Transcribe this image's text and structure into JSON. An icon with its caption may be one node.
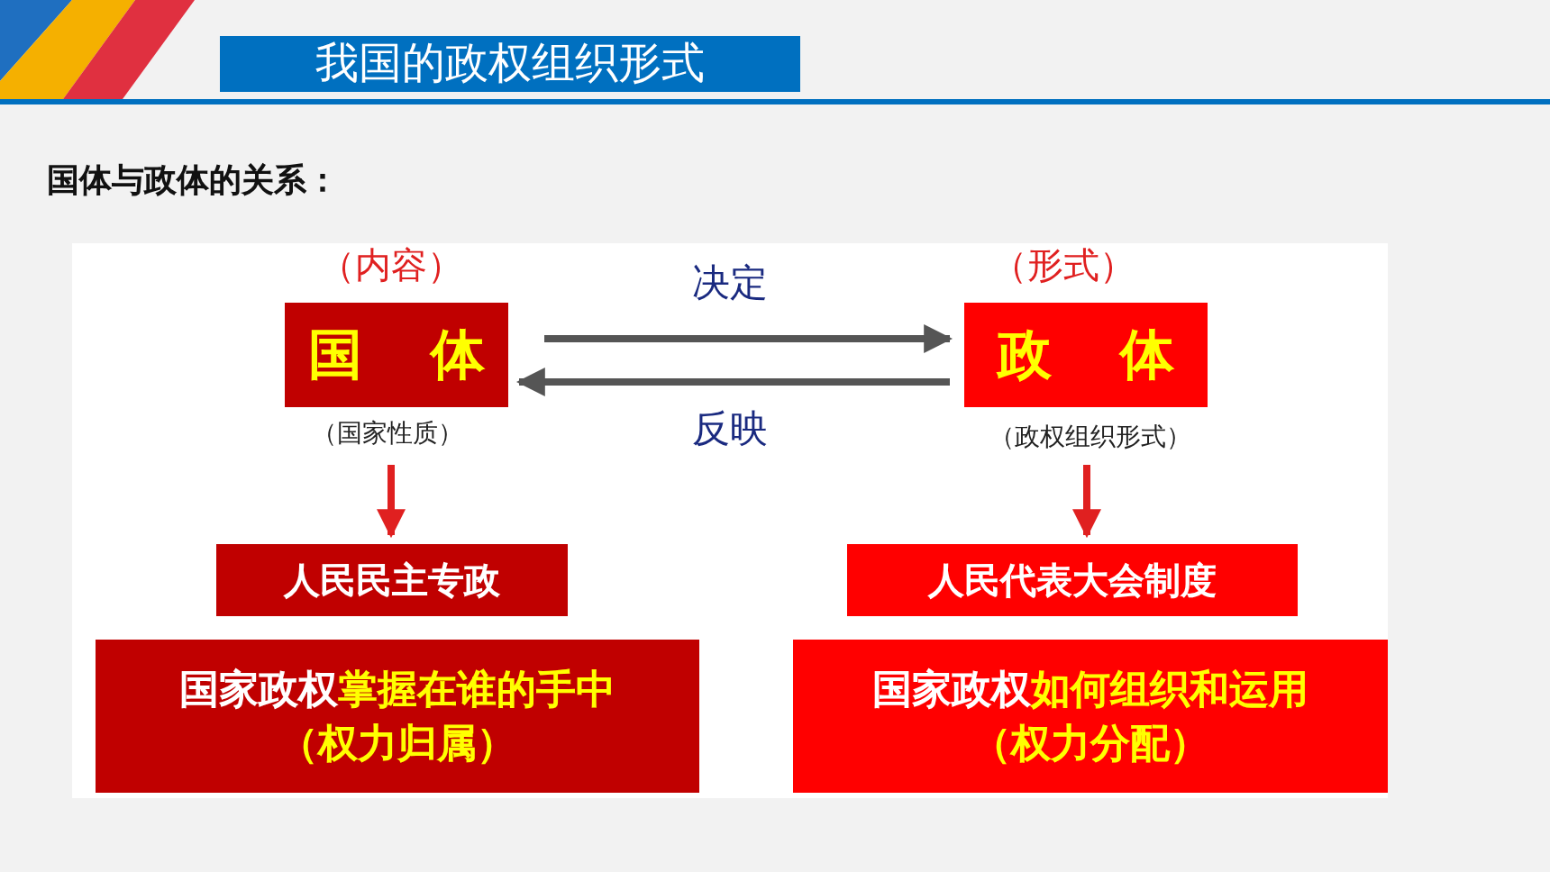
{
  "diagram": {
    "title": "我国的政权组织形式",
    "nodes": [
      {
        "text": [
          "国体"
        ],
        "beside": [
          "（内容）",
          "（国家性质）"
        ]
      },
      {
        "text": [
          "政体"
        ],
        "beside": [
          "（形式）",
          "（政权组织形式）"
        ]
      },
      {
        "text": [
          "人民民主专政"
        ]
      },
      {
        "text": [
          "国家政权**掌握在谁的手中**",
          "（权力归属）"
        ]
      },
      {
        "text": [
          "人民代表大会制度"
        ]
      },
      {
        "text": [
          "国家政权**如何组织和运用**",
          "（权力分配）"
        ]
      }
    ],
    "edges": [
      {
        "from": 0,
        "to": 1,
        "arrow": "to",
        "label": "决定",
        "color": "#555555"
      },
      {
        "from": 1,
        "to": 0,
        "arrow": "to",
        "label": "反映",
        "color": "#555555"
      },
      {
        "from": 0,
        "to": 2,
        "arrow": "to",
        "color": "#e02020"
      },
      {
        "from": 1,
        "to": 4,
        "arrow": "to",
        "color": "#e02020"
      }
    ],
    "labels": [
      "国体与政体的关系："
    ]
  }
}
